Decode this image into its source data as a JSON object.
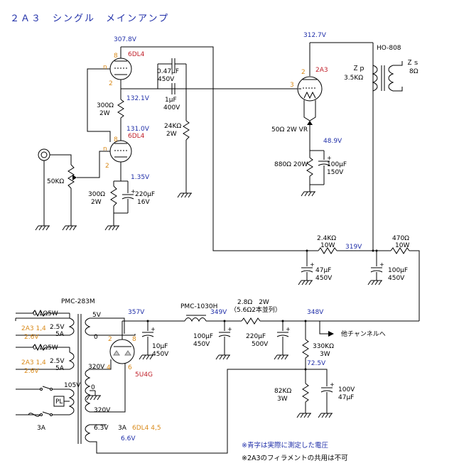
{
  "title": "２Ａ３　シングル　メインアンプ",
  "input_stage": {
    "tube_top": "6DL4",
    "tube_bottom": "6DL4",
    "v_plate_top": "307.8V",
    "v_cathode_top": "132.1V",
    "v_plate_bottom": "131.0V",
    "v_cathode_bottom": "1.35V",
    "pin8_a": "8",
    "pin8_b": "8",
    "pin2_a": "2",
    "pin2_b": "2",
    "pin_n_a": "n",
    "pin_n_b": "n",
    "r_300_top": "300Ω",
    "r_300_top_w": "2W",
    "r_300_bot": "300Ω",
    "r_300_bot_w": "2W",
    "c_220": "220μF",
    "c_220_v": "16V",
    "vol": "50KΩ"
  },
  "coupling": {
    "c1": "0.47μF",
    "c1_v": "450V",
    "c2": "1μF",
    "c2_v": "400V",
    "r_grid": "24KΩ",
    "r_grid_w": "2W"
  },
  "output_stage": {
    "tube": "2A3",
    "pin2": "2",
    "pin3": "3",
    "v_plate": "312.7V",
    "v_cathode": "48.9V",
    "vr": "50Ω 2W VR",
    "r_cath": "880Ω 20W",
    "c_cath": "100μF",
    "c_cath_v": "150V",
    "transformer": "HO-808",
    "zp_label": "Ｚｐ",
    "zp": "3.5KΩ",
    "zs_label": "Ｚｓ",
    "zs": "8Ω"
  },
  "decoupling": {
    "r1": "2.4KΩ",
    "r1_w": "10W",
    "v_mid": "319V",
    "r2": "470Ω",
    "r2_w": "10W",
    "c1": "47μF",
    "c1_v": "450V",
    "c2": "100μF",
    "c2_v": "450V"
  },
  "power_supply": {
    "transformer": "PMC-283M",
    "w1": "0.1Ω5W",
    "w1_tube": "2A3 1,4",
    "w1_v": "2.6V",
    "w1_out": "2.5V",
    "w1_a": "5A",
    "w2": "0.1Ω5W",
    "w2_tube": "2A3 1,4",
    "w2_v": "2.6V",
    "w2_out": "2.5V",
    "w2_a": "5A",
    "tap_5v": "5V",
    "tap_0a": "0",
    "tap_320a": "320V",
    "tap_0b": "0",
    "tap_320b": "320V",
    "tap_105v": "105V",
    "pl": "PL",
    "fuse": "3A",
    "heater_v": "6.3V",
    "heater_a": "3A",
    "heater_tube": "6DL4 4,5",
    "heater_meas": "6.6V",
    "rect": "5U4G",
    "rect_pin2": "2",
    "rect_pin8": "8",
    "rect_pin4": "4",
    "rect_pin6": "6",
    "v_rect": "357V",
    "c_first": "10μF",
    "c_first_v": "450V",
    "choke": "PMC-1030H",
    "v_choke": "349V",
    "c_choke": "100μF",
    "c_choke_v": "450V",
    "r_series": "2.8Ω　2W",
    "r_series_note": "（5.6Ω2本並列）",
    "c_mid": "220μF",
    "c_mid_v": "500V",
    "v_out": "348V",
    "other_channel": "他チャンネルへ",
    "r_bleed": "330KΩ",
    "r_bleed_w": "3W",
    "v_tap": "72.5V",
    "r_82k": "82KΩ",
    "r_82k_w": "3W",
    "c_100v": "100V",
    "c_100v_cap": "47μF"
  },
  "notes": {
    "note1": "※青字は実際に測定した電圧",
    "note2": "※2A3のフィラメントの共用は不可"
  }
}
